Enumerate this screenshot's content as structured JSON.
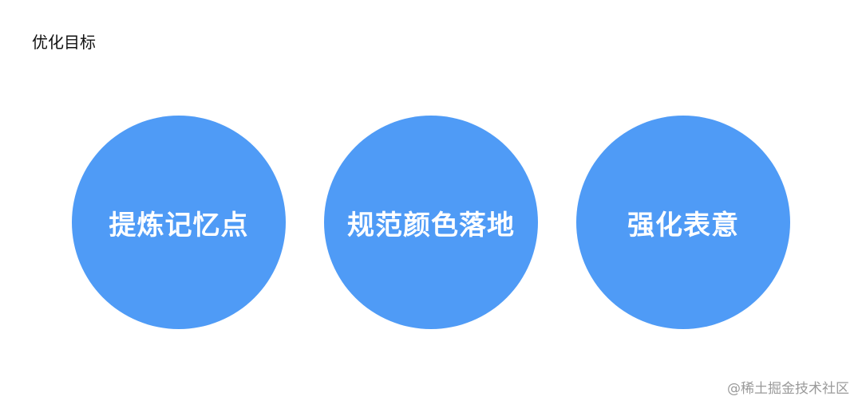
{
  "header": {
    "title": "优化目标"
  },
  "goals": [
    {
      "label": "提炼记忆点"
    },
    {
      "label": "规范颜色落地"
    },
    {
      "label": "强化表意"
    }
  ],
  "colors": {
    "circle_fill": "#4f9bf6",
    "circle_text": "#ffffff"
  },
  "watermark": {
    "text": "@稀土掘金技术社区"
  }
}
